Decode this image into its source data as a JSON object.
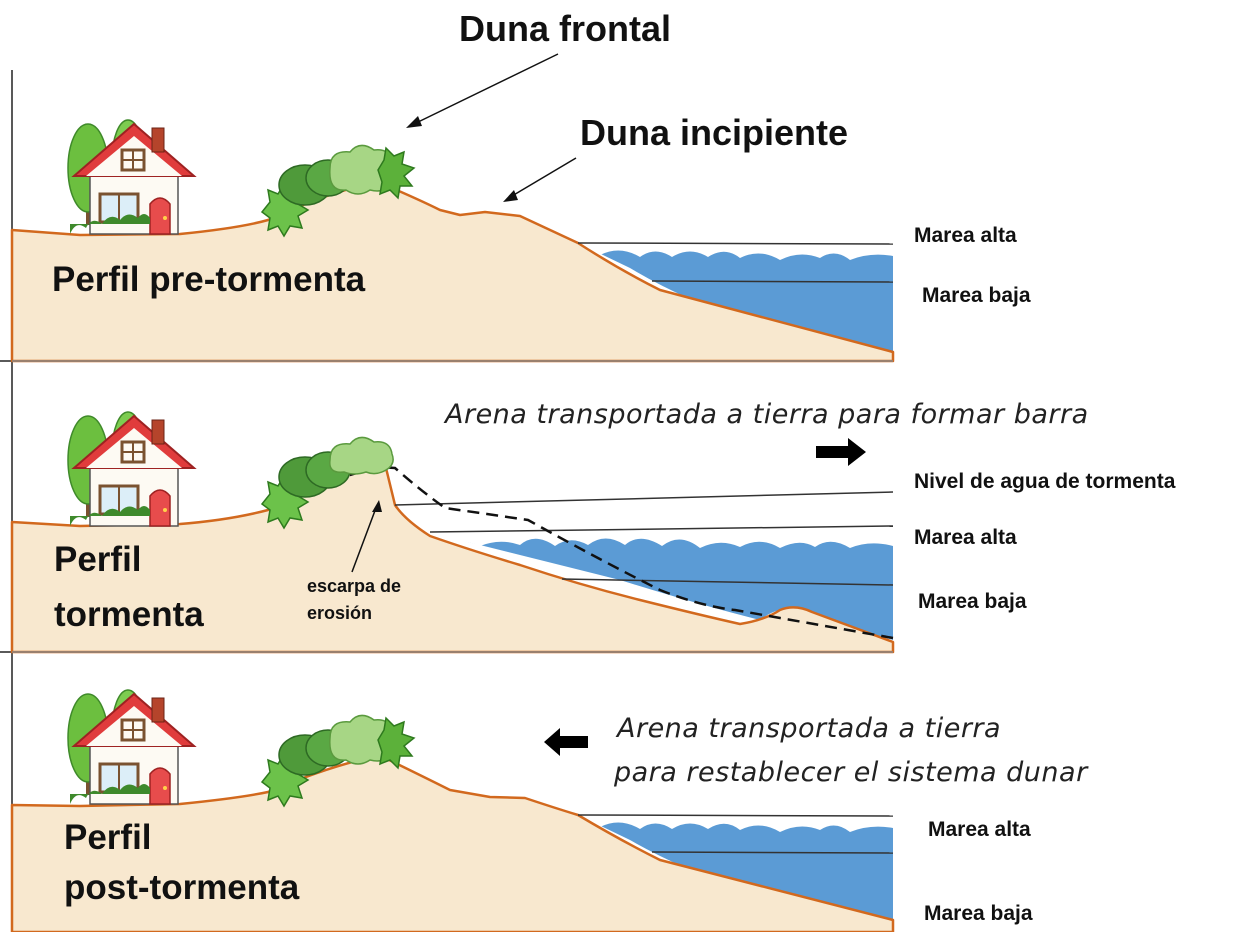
{
  "labels": {
    "duna_frontal": "Duna frontal",
    "duna_incipiente": "Duna incipiente",
    "panel1_title": "Perfil pre-tormenta",
    "panel1_high": "Marea alta",
    "panel1_low": "Marea baja",
    "panel2_offshore": "Arena transportada a tierra para formar barra",
    "panel2_storm_level": "Nivel de agua de tormenta",
    "panel2_high": "Marea alta",
    "panel2_low": "Marea baja",
    "panel2_title_line1": "Perfil",
    "panel2_title_line2": "tormenta",
    "panel2_scarp_line1": "escarpa de",
    "panel2_scarp_line2": "erosión",
    "panel3_onshore_line1": "Arena transportada a tierra",
    "panel3_onshore_line2": "para restablecer el sistema dunar",
    "panel3_title_line1": "Perfil",
    "panel3_title_line2": "post-tormenta",
    "panel3_high": "Marea alta",
    "panel3_low": "Marea baja"
  },
  "colors": {
    "sand": "#f8e8cf",
    "sand_outline": "#d2691e",
    "water": "#5b9bd5",
    "house_wall": "#fdfaf3",
    "roof": "#e03c3c",
    "door": "#e74c4c",
    "tree": "#6cbf3f",
    "bush_dark": "#4f9a3a",
    "bush_light": "#9fcf78"
  },
  "icons": [
    "house-icon",
    "tree-icon",
    "dune-vegetation-icon",
    "arrow-right-icon",
    "arrow-left-icon"
  ]
}
